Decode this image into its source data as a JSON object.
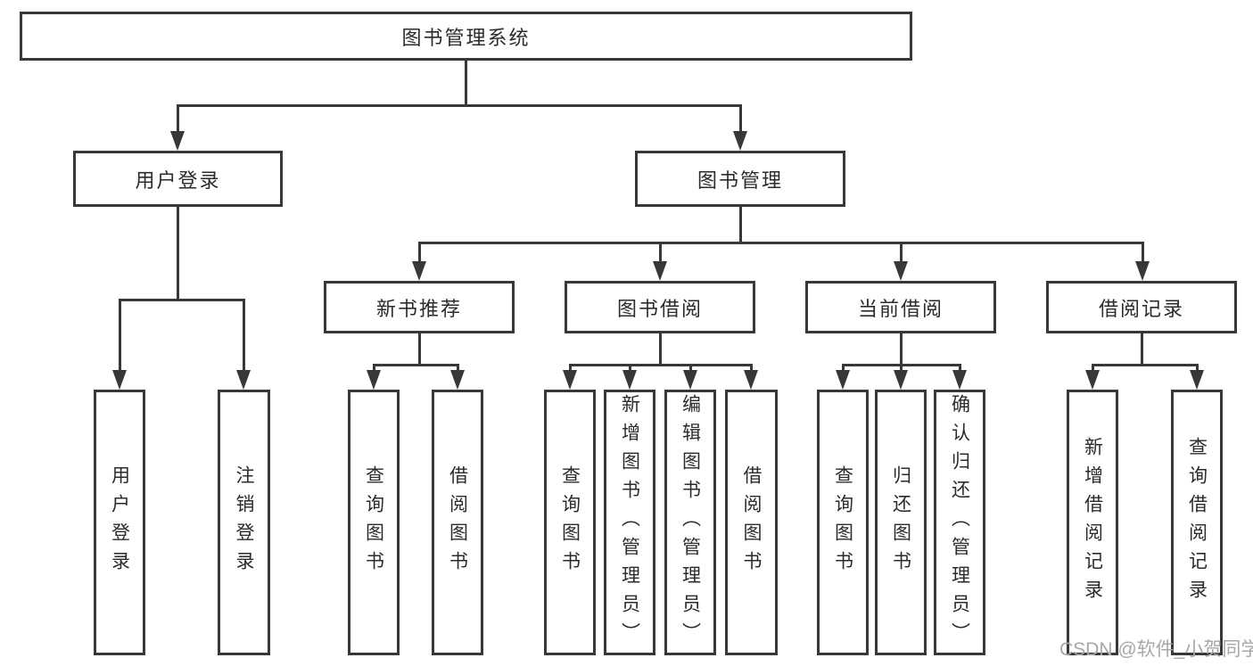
{
  "watermark": {
    "text": "CSDN @软件_小贺同学"
  },
  "colors": {
    "line": "#383838",
    "text": "#2b2b2b",
    "box_bg": "#ffffff",
    "background": "#ffffff",
    "watermark": "#a8a8a8"
  },
  "tree": {
    "label": "图书管理系统",
    "children": [
      {
        "label": "用户登录",
        "children": [
          {
            "label": "用户登录"
          },
          {
            "label": "注销登录"
          }
        ]
      },
      {
        "label": "图书管理",
        "children": [
          {
            "label": "新书推荐",
            "children": [
              {
                "label": "查询图书"
              },
              {
                "label": "借阅图书"
              }
            ]
          },
          {
            "label": "图书借阅",
            "children": [
              {
                "label": "查询图书"
              },
              {
                "label": "新增图书（管理员）"
              },
              {
                "label": "编辑图书（管理员）"
              },
              {
                "label": "借阅图书"
              }
            ]
          },
          {
            "label": "当前借阅",
            "children": [
              {
                "label": "查询图书"
              },
              {
                "label": "归还图书"
              },
              {
                "label": "确认归还（管理员）"
              }
            ]
          },
          {
            "label": "借阅记录",
            "children": [
              {
                "label": "新增借阅记录"
              },
              {
                "label": "查询借阅记录"
              }
            ]
          }
        ]
      }
    ]
  }
}
